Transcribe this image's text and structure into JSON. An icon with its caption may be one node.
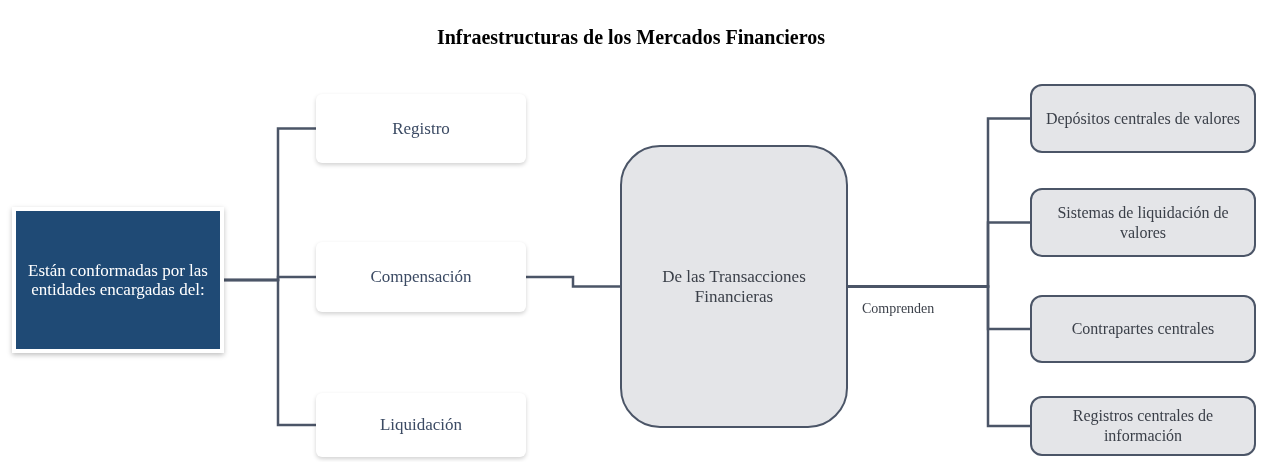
{
  "diagram": {
    "title": "Infraestructuras de los Mercados Financieros",
    "nodes": [
      {
        "text": [
          "Están conformadas por las entidades encargadas del:"
        ]
      },
      {
        "text": [
          "Registro"
        ]
      },
      {
        "text": [
          "Compensación"
        ]
      },
      {
        "text": [
          "Liquidación"
        ]
      },
      {
        "text": [
          "De las Transacciones Financieras"
        ]
      },
      {
        "text": [
          "Depósitos centrales de valores"
        ]
      },
      {
        "text": [
          "Sistemas de liquidación de valores"
        ]
      },
      {
        "text": [
          "Contrapartes centrales"
        ]
      },
      {
        "text": [
          "Registros centrales de información"
        ]
      }
    ],
    "edges": [
      {
        "from": 0,
        "to": 1,
        "arrow": "none"
      },
      {
        "from": 0,
        "to": 2,
        "arrow": "none"
      },
      {
        "from": 0,
        "to": 3,
        "arrow": "none"
      },
      {
        "from": 2,
        "to": 4,
        "arrow": "none"
      },
      {
        "from": 4,
        "to": 5,
        "arrow": "none"
      },
      {
        "from": 4,
        "to": 6,
        "arrow": "none"
      },
      {
        "from": 4,
        "to": 7,
        "arrow": "none"
      },
      {
        "from": 4,
        "to": 8,
        "arrow": "none"
      }
    ],
    "labels": [
      "Comprenden"
    ]
  }
}
